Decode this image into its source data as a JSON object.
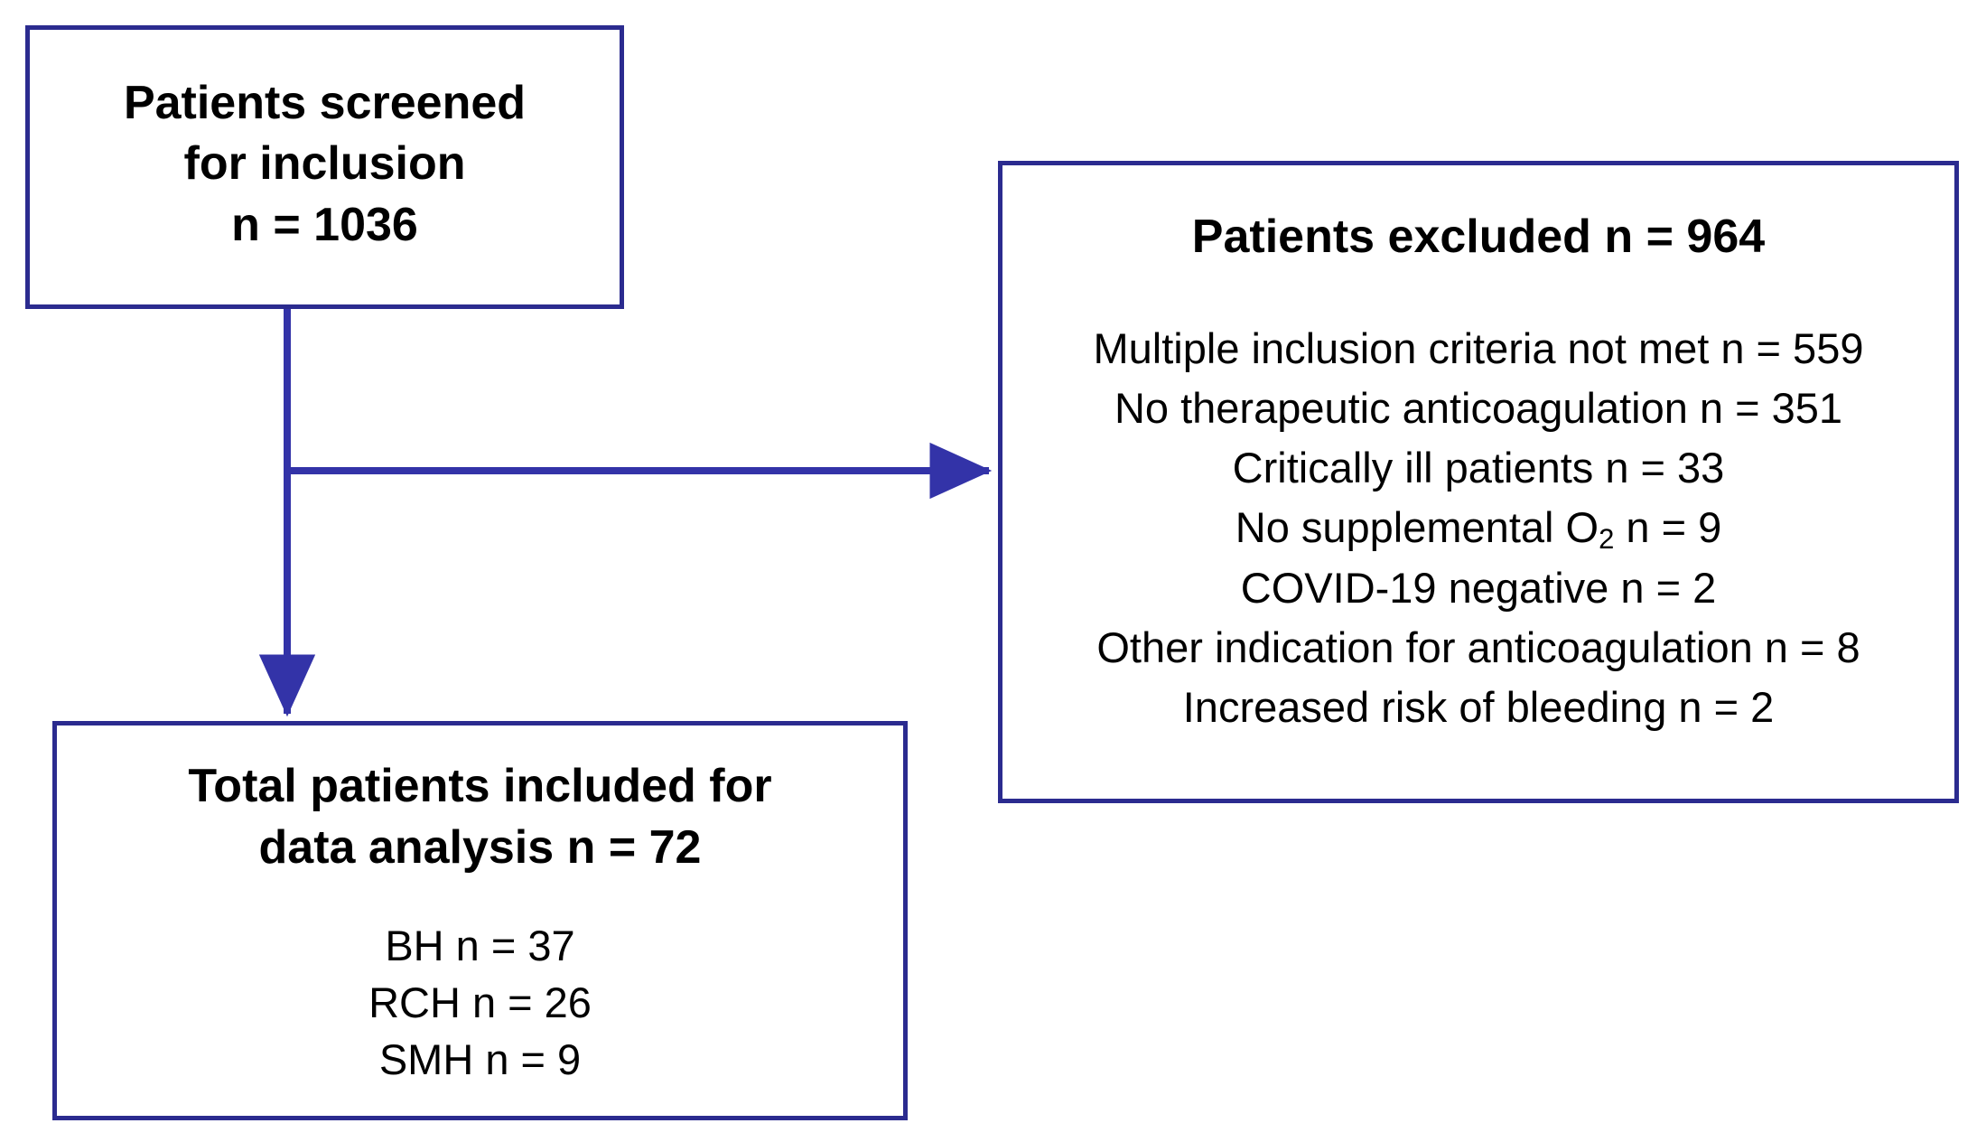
{
  "diagram": {
    "type": "flowchart",
    "title": "Patient selection flow diagram",
    "colors": {
      "box_border": "#2b2b8f",
      "connector": "#3333a8",
      "text": "#000000",
      "background": "#ffffff"
    }
  },
  "boxes": {
    "screened": {
      "name": "Patients screened for inclusion",
      "lines": [
        "Patients screened",
        "for inclusion",
        "n = 1036"
      ],
      "n": 1036
    },
    "excluded": {
      "title": "Patients excluded n = 964",
      "n": 964,
      "reasons": [
        {
          "label": "Multiple inclusion criteria not met n = 559",
          "n": 559
        },
        {
          "label": "No therapeutic anticoagulation n = 351",
          "n": 351
        },
        {
          "label": "Critically ill patients n = 33",
          "n": 33
        },
        {
          "label": "No supplemental O2 n = 9",
          "n": 9,
          "has_subscript": true,
          "pre": "No supplemental O",
          "sub": "2",
          "post": " n = 9"
        },
        {
          "label": "COVID-19 negative n = 2",
          "n": 2
        },
        {
          "label": "Other indication for anticoagulation n = 8",
          "n": 8
        },
        {
          "label": "Increased risk of bleeding n = 2",
          "n": 2
        }
      ]
    },
    "included": {
      "headline": [
        "Total patients included for",
        "data analysis n = 72"
      ],
      "n": 72,
      "sites": [
        {
          "label": "BH n = 37",
          "site": "BH",
          "n": 37
        },
        {
          "label": "RCH n = 26",
          "site": "RCH",
          "n": 26
        },
        {
          "label": "SMH n = 9",
          "site": "SMH",
          "n": 9
        }
      ]
    }
  },
  "connectors": [
    {
      "from": "screened",
      "to": "excluded",
      "direction": "right"
    },
    {
      "from": "screened",
      "to": "included",
      "direction": "down"
    }
  ]
}
